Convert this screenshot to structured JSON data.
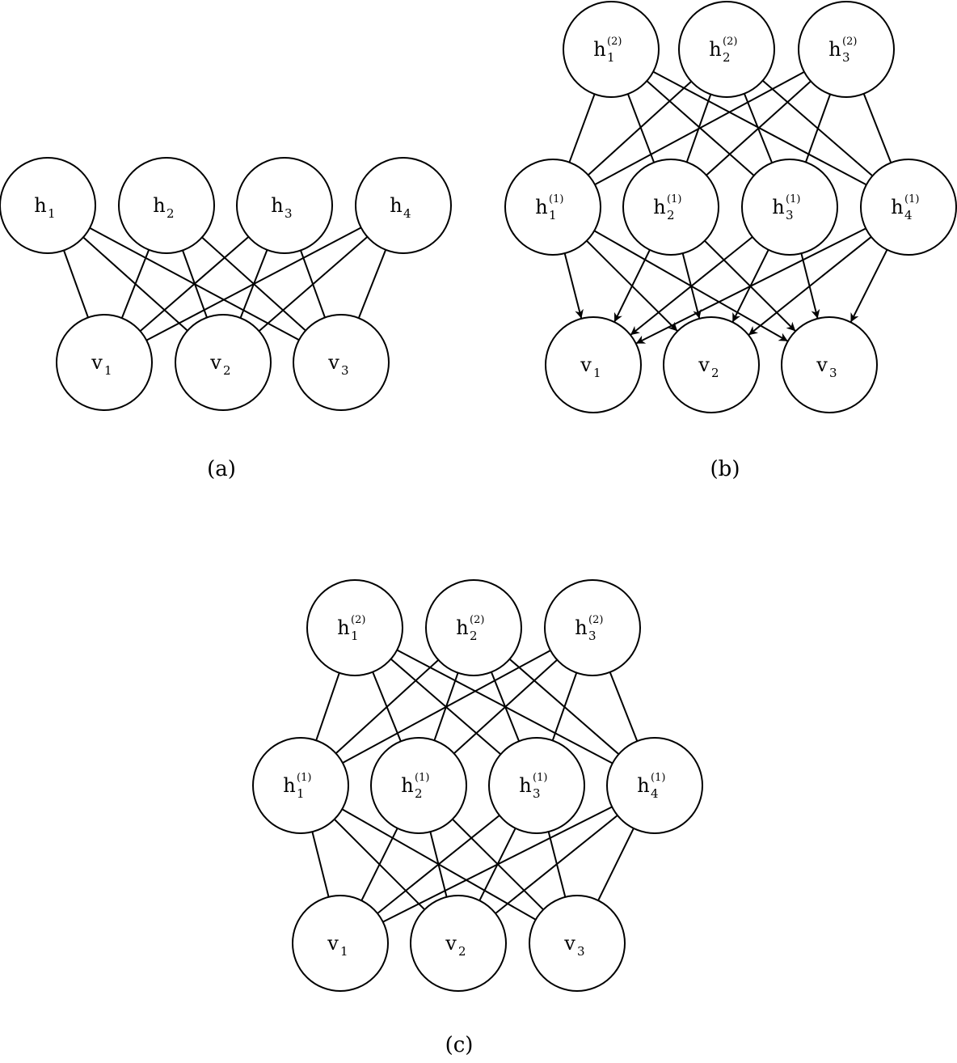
{
  "panels": [
    {
      "id": "a",
      "caption": "(a)",
      "nodes": [
        {
          "id": "h1",
          "base": "h",
          "sub": "1",
          "sup": ""
        },
        {
          "id": "h2",
          "base": "h",
          "sub": "2",
          "sup": ""
        },
        {
          "id": "h3",
          "base": "h",
          "sub": "3",
          "sup": ""
        },
        {
          "id": "h4",
          "base": "h",
          "sub": "4",
          "sup": ""
        },
        {
          "id": "v1",
          "base": "v",
          "sub": "1",
          "sup": ""
        },
        {
          "id": "v2",
          "base": "v",
          "sub": "2",
          "sup": ""
        },
        {
          "id": "v3",
          "base": "v",
          "sub": "3",
          "sup": ""
        }
      ],
      "edges": [
        {
          "from": "h1",
          "to": "v1",
          "directed": false
        },
        {
          "from": "h1",
          "to": "v2",
          "directed": false
        },
        {
          "from": "h1",
          "to": "v3",
          "directed": false
        },
        {
          "from": "h2",
          "to": "v1",
          "directed": false
        },
        {
          "from": "h2",
          "to": "v2",
          "directed": false
        },
        {
          "from": "h2",
          "to": "v3",
          "directed": false
        },
        {
          "from": "h3",
          "to": "v1",
          "directed": false
        },
        {
          "from": "h3",
          "to": "v2",
          "directed": false
        },
        {
          "from": "h3",
          "to": "v3",
          "directed": false
        },
        {
          "from": "h4",
          "to": "v1",
          "directed": false
        },
        {
          "from": "h4",
          "to": "v2",
          "directed": false
        },
        {
          "from": "h4",
          "to": "v3",
          "directed": false
        }
      ]
    },
    {
      "id": "b",
      "caption": "(b)",
      "nodes": [
        {
          "id": "h21",
          "base": "h",
          "sub": "1",
          "sup": "(2)"
        },
        {
          "id": "h22",
          "base": "h",
          "sub": "2",
          "sup": "(2)"
        },
        {
          "id": "h23",
          "base": "h",
          "sub": "3",
          "sup": "(2)"
        },
        {
          "id": "h11",
          "base": "h",
          "sub": "1",
          "sup": "(1)"
        },
        {
          "id": "h12",
          "base": "h",
          "sub": "2",
          "sup": "(1)"
        },
        {
          "id": "h13",
          "base": "h",
          "sub": "3",
          "sup": "(1)"
        },
        {
          "id": "h14",
          "base": "h",
          "sub": "4",
          "sup": "(1)"
        },
        {
          "id": "v1",
          "base": "v",
          "sub": "1",
          "sup": ""
        },
        {
          "id": "v2",
          "base": "v",
          "sub": "2",
          "sup": ""
        },
        {
          "id": "v3",
          "base": "v",
          "sub": "3",
          "sup": ""
        }
      ],
      "edges": [
        {
          "from": "h21",
          "to": "h11",
          "directed": false
        },
        {
          "from": "h21",
          "to": "h12",
          "directed": false
        },
        {
          "from": "h21",
          "to": "h13",
          "directed": false
        },
        {
          "from": "h21",
          "to": "h14",
          "directed": false
        },
        {
          "from": "h22",
          "to": "h11",
          "directed": false
        },
        {
          "from": "h22",
          "to": "h12",
          "directed": false
        },
        {
          "from": "h22",
          "to": "h13",
          "directed": false
        },
        {
          "from": "h22",
          "to": "h14",
          "directed": false
        },
        {
          "from": "h23",
          "to": "h11",
          "directed": false
        },
        {
          "from": "h23",
          "to": "h12",
          "directed": false
        },
        {
          "from": "h23",
          "to": "h13",
          "directed": false
        },
        {
          "from": "h23",
          "to": "h14",
          "directed": false
        },
        {
          "from": "h11",
          "to": "v1",
          "directed": true
        },
        {
          "from": "h11",
          "to": "v2",
          "directed": true
        },
        {
          "from": "h11",
          "to": "v3",
          "directed": true
        },
        {
          "from": "h12",
          "to": "v1",
          "directed": true
        },
        {
          "from": "h12",
          "to": "v2",
          "directed": true
        },
        {
          "from": "h12",
          "to": "v3",
          "directed": true
        },
        {
          "from": "h13",
          "to": "v1",
          "directed": true
        },
        {
          "from": "h13",
          "to": "v2",
          "directed": true
        },
        {
          "from": "h13",
          "to": "v3",
          "directed": true
        },
        {
          "from": "h14",
          "to": "v1",
          "directed": true
        },
        {
          "from": "h14",
          "to": "v2",
          "directed": true
        },
        {
          "from": "h14",
          "to": "v3",
          "directed": true
        }
      ]
    },
    {
      "id": "c",
      "caption": "(c)",
      "nodes": [
        {
          "id": "h21",
          "base": "h",
          "sub": "1",
          "sup": "(2)"
        },
        {
          "id": "h22",
          "base": "h",
          "sub": "2",
          "sup": "(2)"
        },
        {
          "id": "h23",
          "base": "h",
          "sub": "3",
          "sup": "(2)"
        },
        {
          "id": "h11",
          "base": "h",
          "sub": "1",
          "sup": "(1)"
        },
        {
          "id": "h12",
          "base": "h",
          "sub": "2",
          "sup": "(1)"
        },
        {
          "id": "h13",
          "base": "h",
          "sub": "3",
          "sup": "(1)"
        },
        {
          "id": "h14",
          "base": "h",
          "sub": "4",
          "sup": "(1)"
        },
        {
          "id": "v1",
          "base": "v",
          "sub": "1",
          "sup": ""
        },
        {
          "id": "v2",
          "base": "v",
          "sub": "2",
          "sup": ""
        },
        {
          "id": "v3",
          "base": "v",
          "sub": "3",
          "sup": ""
        }
      ],
      "edges": [
        {
          "from": "h21",
          "to": "h11",
          "directed": false
        },
        {
          "from": "h21",
          "to": "h12",
          "directed": false
        },
        {
          "from": "h21",
          "to": "h13",
          "directed": false
        },
        {
          "from": "h21",
          "to": "h14",
          "directed": false
        },
        {
          "from": "h22",
          "to": "h11",
          "directed": false
        },
        {
          "from": "h22",
          "to": "h12",
          "directed": false
        },
        {
          "from": "h22",
          "to": "h13",
          "directed": false
        },
        {
          "from": "h22",
          "to": "h14",
          "directed": false
        },
        {
          "from": "h23",
          "to": "h11",
          "directed": false
        },
        {
          "from": "h23",
          "to": "h12",
          "directed": false
        },
        {
          "from": "h23",
          "to": "h13",
          "directed": false
        },
        {
          "from": "h23",
          "to": "h14",
          "directed": false
        },
        {
          "from": "h11",
          "to": "v1",
          "directed": false
        },
        {
          "from": "h11",
          "to": "v2",
          "directed": false
        },
        {
          "from": "h11",
          "to": "v3",
          "directed": false
        },
        {
          "from": "h12",
          "to": "v1",
          "directed": false
        },
        {
          "from": "h12",
          "to": "v2",
          "directed": false
        },
        {
          "from": "h12",
          "to": "v3",
          "directed": false
        },
        {
          "from": "h13",
          "to": "v1",
          "directed": false
        },
        {
          "from": "h13",
          "to": "v2",
          "directed": false
        },
        {
          "from": "h13",
          "to": "v3",
          "directed": false
        },
        {
          "from": "h14",
          "to": "v1",
          "directed": false
        },
        {
          "from": "h14",
          "to": "v2",
          "directed": false
        },
        {
          "from": "h14",
          "to": "v3",
          "directed": false
        }
      ]
    }
  ]
}
